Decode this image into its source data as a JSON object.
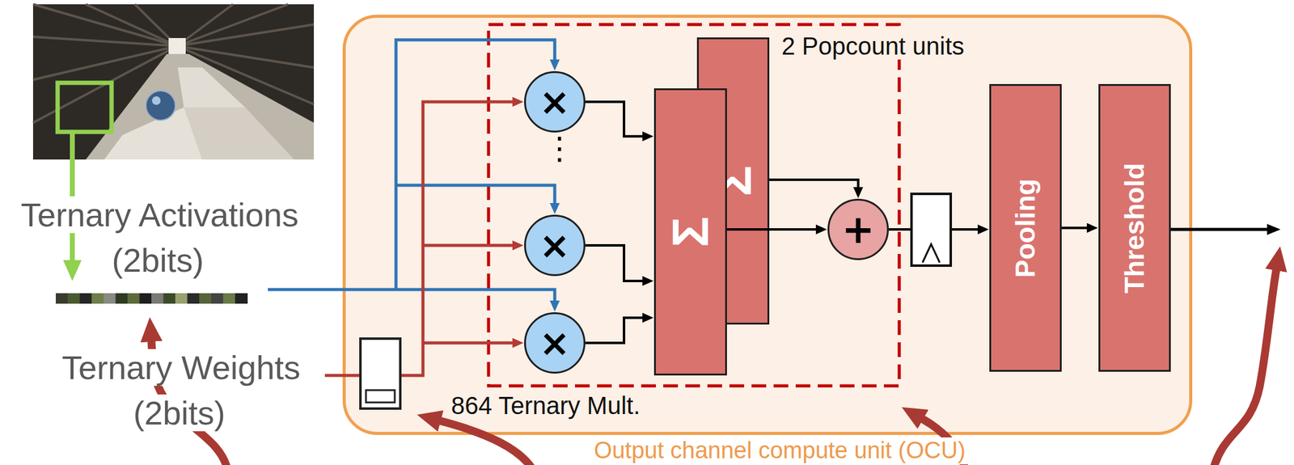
{
  "diagram": {
    "nodes": [
      {
        "text": [
          "Output channel compute unit (OCU)"
        ]
      },
      {
        "text": [
          "×"
        ],
        "in": 0
      },
      {
        "text": [
          "×"
        ],
        "in": 0
      },
      {
        "text": [
          "×"
        ],
        "in": 0
      },
      {
        "text": [
          "Σ"
        ],
        "in": 0
      },
      {
        "text": [
          "Σ"
        ],
        "in": 0
      },
      {
        "text": [
          "+"
        ],
        "in": 0
      },
      {
        "text": [
          "Pooling"
        ],
        "in": 0
      },
      {
        "text": [
          "Threshold"
        ],
        "in": 0
      }
    ],
    "edges": [
      {
        "from": 1,
        "to": 5,
        "arrow": "to"
      },
      {
        "from": 2,
        "to": 5,
        "arrow": "to"
      },
      {
        "from": 3,
        "to": 5,
        "arrow": "to"
      },
      {
        "from": 4,
        "to": 6,
        "arrow": "to"
      },
      {
        "from": 5,
        "to": 6,
        "arrow": "to"
      },
      {
        "from": 6,
        "to": 7,
        "arrow": "to"
      },
      {
        "from": 7,
        "to": 8,
        "arrow": "to"
      }
    ],
    "labels": [
      "Ternary Activations (2bits)",
      "Ternary Weights (2bits)",
      "2 Popcount units",
      "⋮",
      "864 Ternary Mult."
    ]
  }
}
